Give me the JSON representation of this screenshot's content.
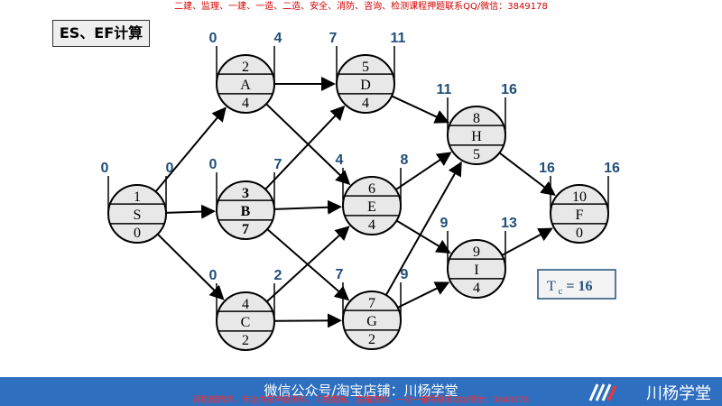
{
  "header": {
    "top_notice": "二建、监理、一建、一造、二造、安全、消防、咨询、检测课程押题联系QQ/微信：3849178",
    "title": "ES、EF计算"
  },
  "nodes": [
    {
      "id": "S",
      "top": "1",
      "mid": "S",
      "bot": "0",
      "es": "0",
      "ef": "0"
    },
    {
      "id": "A",
      "top": "2",
      "mid": "A",
      "bot": "4",
      "es": "0",
      "ef": "4"
    },
    {
      "id": "B",
      "top": "3",
      "mid": "B",
      "bot": "7",
      "es": "0",
      "ef": "7"
    },
    {
      "id": "C",
      "top": "4",
      "mid": "C",
      "bot": "2",
      "es": "0",
      "ef": "2"
    },
    {
      "id": "D",
      "top": "5",
      "mid": "D",
      "bot": "4",
      "es": "7",
      "ef": "11"
    },
    {
      "id": "E",
      "top": "6",
      "mid": "E",
      "bot": "4",
      "es": "4",
      "ef": "8"
    },
    {
      "id": "G",
      "top": "7",
      "mid": "G",
      "bot": "2",
      "es": "7",
      "ef": "9"
    },
    {
      "id": "H",
      "top": "8",
      "mid": "H",
      "bot": "5",
      "es": "11",
      "ef": "16"
    },
    {
      "id": "I",
      "top": "9",
      "mid": "I",
      "bot": "4",
      "es": "9",
      "ef": "13"
    },
    {
      "id": "F",
      "top": "10",
      "mid": "F",
      "bot": "0",
      "es": "16",
      "ef": "16"
    }
  ],
  "edges": [
    [
      "S",
      "A"
    ],
    [
      "S",
      "B"
    ],
    [
      "S",
      "C"
    ],
    [
      "A",
      "D"
    ],
    [
      "A",
      "E"
    ],
    [
      "B",
      "D"
    ],
    [
      "B",
      "E"
    ],
    [
      "B",
      "G"
    ],
    [
      "C",
      "E"
    ],
    [
      "C",
      "G"
    ],
    [
      "D",
      "H"
    ],
    [
      "E",
      "H"
    ],
    [
      "E",
      "I"
    ],
    [
      "G",
      "H"
    ],
    [
      "G",
      "I"
    ],
    [
      "H",
      "F"
    ],
    [
      "I",
      "F"
    ]
  ],
  "tc": {
    "label": "T",
    "sub": "c",
    "value": "= 16"
  },
  "footer": {
    "wechat": "微信公众号/淘宝店铺：川杨学堂",
    "notice": "拜影授精华，专业内部押题资料，习题题库，直播资料，一对一辅导联系QQ/微信：3849178",
    "brand": "川杨学堂"
  },
  "colors": {
    "number": "#1f4e79",
    "node_fill": "#e8e8e8",
    "footer": "#2f6fc0",
    "notice": "#d40000"
  }
}
